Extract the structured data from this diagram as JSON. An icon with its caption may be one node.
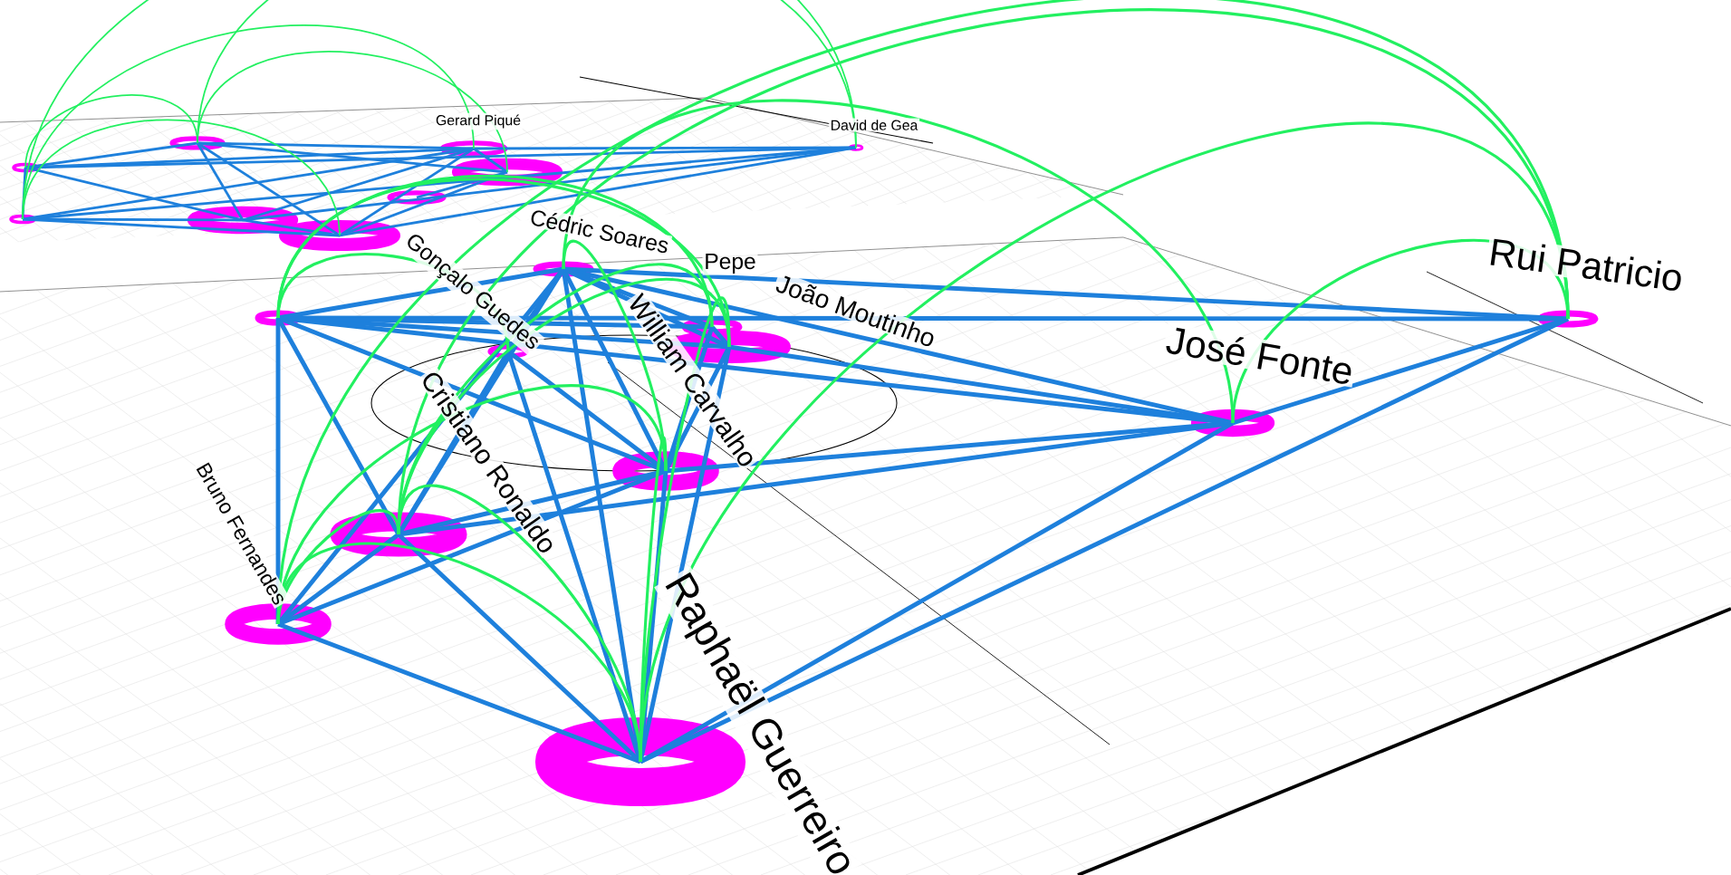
{
  "diagram": {
    "nodes": [
      {
        "text": [],
        "shape": "circle",
        "beside": [
          "David de Gea"
        ]
      },
      {
        "text": [],
        "shape": "circle",
        "beside": [
          "Gerard Piqué"
        ]
      },
      {
        "text": [],
        "shape": "circle"
      },
      {
        "text": [],
        "shape": "circle"
      },
      {
        "text": [],
        "shape": "circle"
      },
      {
        "text": [],
        "shape": "circle"
      },
      {
        "text": [],
        "shape": "circle"
      },
      {
        "text": [],
        "shape": "circle"
      },
      {
        "text": [],
        "shape": "circle"
      },
      {
        "text": [],
        "shape": "circle"
      },
      {
        "text": [],
        "shape": "circle",
        "beside": [
          "Cédric Soares"
        ]
      },
      {
        "text": [],
        "shape": "circle",
        "beside": [
          "Gonçalo Guedes"
        ]
      },
      {
        "text": [],
        "shape": "circle",
        "beside": [
          "Pepe"
        ]
      },
      {
        "text": [],
        "shape": "circle",
        "beside": [
          "João Moutinho"
        ]
      },
      {
        "text": [],
        "shape": "circle",
        "beside": [
          "William Carvalho"
        ]
      },
      {
        "text": [],
        "shape": "circle",
        "beside": [
          "Cristiano Ronaldo"
        ]
      },
      {
        "text": [],
        "shape": "circle",
        "beside": [
          "Bruno Fernandes"
        ]
      },
      {
        "text": [],
        "shape": "circle",
        "beside": [
          "Raphaël Guerreiro"
        ]
      },
      {
        "text": [],
        "shape": "circle",
        "beside": [
          "José Fonte"
        ]
      },
      {
        "text": [],
        "shape": "circle",
        "beside": [
          "Rui Patricio"
        ]
      }
    ],
    "edges": [
      {
        "from": 0,
        "to": 1,
        "arrow": "none"
      },
      {
        "from": 0,
        "to": 2,
        "arrow": "none"
      },
      {
        "from": 0,
        "to": 3,
        "arrow": "none"
      },
      {
        "from": 0,
        "to": 5,
        "arrow": "none"
      },
      {
        "from": 0,
        "to": 6,
        "arrow": "none"
      },
      {
        "from": 1,
        "to": 2,
        "arrow": "none"
      },
      {
        "from": 1,
        "to": 3,
        "arrow": "none"
      },
      {
        "from": 1,
        "to": 4,
        "arrow": "none"
      },
      {
        "from": 1,
        "to": 5,
        "arrow": "none"
      },
      {
        "from": 1,
        "to": 6,
        "arrow": "none"
      },
      {
        "from": 1,
        "to": 7,
        "arrow": "none"
      },
      {
        "from": 2,
        "to": 3,
        "arrow": "none"
      },
      {
        "from": 2,
        "to": 4,
        "arrow": "none"
      },
      {
        "from": 2,
        "to": 5,
        "arrow": "none"
      },
      {
        "from": 3,
        "to": 5,
        "arrow": "none"
      },
      {
        "from": 3,
        "to": 6,
        "arrow": "none"
      },
      {
        "from": 4,
        "to": 5,
        "arrow": "none"
      },
      {
        "from": 4,
        "to": 6,
        "arrow": "none"
      },
      {
        "from": 4,
        "to": 7,
        "arrow": "none"
      },
      {
        "from": 5,
        "to": 6,
        "arrow": "none"
      },
      {
        "from": 6,
        "to": 7,
        "arrow": "none"
      },
      {
        "from": 7,
        "to": 8,
        "arrow": "none"
      },
      {
        "from": 19,
        "to": 18,
        "arrow": "none"
      },
      {
        "from": 19,
        "to": 17,
        "arrow": "none"
      },
      {
        "from": 19,
        "to": 10,
        "arrow": "none"
      },
      {
        "from": 19,
        "to": 9,
        "arrow": "none"
      },
      {
        "from": 18,
        "to": 17,
        "arrow": "none"
      },
      {
        "from": 18,
        "to": 14,
        "arrow": "none"
      },
      {
        "from": 18,
        "to": 15,
        "arrow": "none"
      },
      {
        "from": 18,
        "to": 9,
        "arrow": "none"
      },
      {
        "from": 18,
        "to": 10,
        "arrow": "none"
      },
      {
        "from": 18,
        "to": 13,
        "arrow": "none"
      },
      {
        "from": 17,
        "to": 16,
        "arrow": "none"
      },
      {
        "from": 17,
        "to": 15,
        "arrow": "none"
      },
      {
        "from": 17,
        "to": 14,
        "arrow": "none"
      },
      {
        "from": 17,
        "to": 11,
        "arrow": "none"
      },
      {
        "from": 17,
        "to": 10,
        "arrow": "none"
      },
      {
        "from": 17,
        "to": 13,
        "arrow": "none"
      },
      {
        "from": 16,
        "to": 15,
        "arrow": "none"
      },
      {
        "from": 16,
        "to": 14,
        "arrow": "none"
      },
      {
        "from": 16,
        "to": 9,
        "arrow": "none"
      },
      {
        "from": 16,
        "to": 10,
        "arrow": "none"
      },
      {
        "from": 15,
        "to": 14,
        "arrow": "none"
      },
      {
        "from": 15,
        "to": 9,
        "arrow": "none"
      },
      {
        "from": 15,
        "to": 11,
        "arrow": "none"
      },
      {
        "from": 15,
        "to": 10,
        "arrow": "none"
      },
      {
        "from": 14,
        "to": 13,
        "arrow": "none"
      },
      {
        "from": 14,
        "to": 12,
        "arrow": "none"
      },
      {
        "from": 14,
        "to": 11,
        "arrow": "none"
      },
      {
        "from": 14,
        "to": 10,
        "arrow": "none"
      },
      {
        "from": 14,
        "to": 9,
        "arrow": "none"
      },
      {
        "from": 13,
        "to": 12,
        "arrow": "none"
      },
      {
        "from": 13,
        "to": 10,
        "arrow": "none"
      },
      {
        "from": 13,
        "to": 9,
        "arrow": "none"
      },
      {
        "from": 12,
        "to": 10,
        "arrow": "none"
      },
      {
        "from": 12,
        "to": 9,
        "arrow": "none"
      },
      {
        "from": 11,
        "to": 10,
        "arrow": "none"
      },
      {
        "from": 10,
        "to": 9,
        "arrow": "none"
      },
      {
        "from": 0,
        "to": 4,
        "arrow": "none",
        "color": "#22f060"
      },
      {
        "from": 0,
        "to": 3,
        "arrow": "none",
        "color": "#22f060"
      },
      {
        "from": 1,
        "to": 3,
        "arrow": "none",
        "color": "#22f060"
      },
      {
        "from": 2,
        "to": 4,
        "arrow": "none",
        "color": "#22f060"
      },
      {
        "from": 4,
        "to": 7,
        "arrow": "none",
        "color": "#22f060"
      },
      {
        "from": 3,
        "to": 6,
        "arrow": "none",
        "color": "#22f060"
      },
      {
        "from": 19,
        "to": 17,
        "arrow": "none",
        "color": "#22f060"
      },
      {
        "from": 19,
        "to": 15,
        "arrow": "none",
        "color": "#22f060"
      },
      {
        "from": 19,
        "to": 16,
        "arrow": "none",
        "color": "#22f060"
      },
      {
        "from": 19,
        "to": 18,
        "arrow": "none",
        "color": "#22f060"
      },
      {
        "from": 17,
        "to": 16,
        "arrow": "none",
        "color": "#22f060"
      },
      {
        "from": 17,
        "to": 15,
        "arrow": "none",
        "color": "#22f060"
      },
      {
        "from": 17,
        "to": 14,
        "arrow": "none",
        "color": "#22f060"
      },
      {
        "from": 17,
        "to": 13,
        "arrow": "none",
        "color": "#22f060"
      },
      {
        "from": 16,
        "to": 15,
        "arrow": "none",
        "color": "#22f060"
      },
      {
        "from": 16,
        "to": 14,
        "arrow": "none",
        "color": "#22f060"
      },
      {
        "from": 15,
        "to": 13,
        "arrow": "none",
        "color": "#22f060"
      },
      {
        "from": 15,
        "to": 12,
        "arrow": "none",
        "color": "#22f060"
      },
      {
        "from": 14,
        "to": 10,
        "arrow": "none",
        "color": "#22f060"
      },
      {
        "from": 13,
        "to": 9,
        "arrow": "none",
        "color": "#22f060"
      },
      {
        "from": 11,
        "to": 9,
        "arrow": "none",
        "color": "#22f060"
      },
      {
        "from": 12,
        "to": 9,
        "arrow": "none",
        "color": "#22f060"
      },
      {
        "from": 18,
        "to": 10,
        "arrow": "none",
        "color": "#22f060"
      }
    ]
  }
}
